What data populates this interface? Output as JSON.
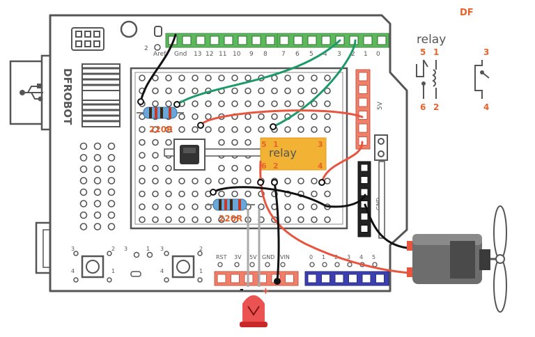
{
  "brand": {
    "corner_mark": "DF",
    "board_logo": "DFROBOT"
  },
  "header_top": {
    "pins_left": [
      "Aref",
      "Gnd",
      "13",
      "12",
      "11",
      "10",
      "9",
      "8"
    ],
    "pins_right": [
      "7",
      "6",
      "5",
      "4",
      "3",
      "2",
      "1",
      "0"
    ],
    "small_label": "2"
  },
  "power_header": {
    "pins": [
      "RST",
      "3V",
      "5V",
      "GND",
      "VIN"
    ]
  },
  "analog_header": {
    "pins": [
      "0",
      "1",
      "2",
      "3",
      "4",
      "5"
    ]
  },
  "side_labels": {
    "five_v": "5V",
    "gnd": "GND"
  },
  "button_labels": {
    "left": [
      "3",
      "2",
      "4",
      "1"
    ],
    "right": [
      "3",
      "2",
      "4",
      "1"
    ],
    "mid": [
      "3",
      "1"
    ]
  },
  "components": {
    "resistor_top": "220R",
    "resistor_bottom": "220R",
    "relay_name": "relay",
    "relay_pins": [
      "5",
      "1",
      "3",
      "6",
      "2",
      "4"
    ],
    "led_minus": "-",
    "led_plus": "+"
  },
  "legend": {
    "title": "relay",
    "pins_top": [
      "5",
      "1",
      "3"
    ],
    "pins_bottom": [
      "6",
      "2",
      "4"
    ]
  },
  "colors": {
    "board_outline": "#555555",
    "header_green": "#5bb85b",
    "header_red": "#f07f6a",
    "header_blue": "#3b3fb0",
    "wire_green": "#1e9a6a",
    "wire_red": "#e8553f",
    "wire_black": "#111111",
    "relay_body": "#f2b233",
    "label_orange": "#e8632c",
    "led_red": "#e83535"
  }
}
